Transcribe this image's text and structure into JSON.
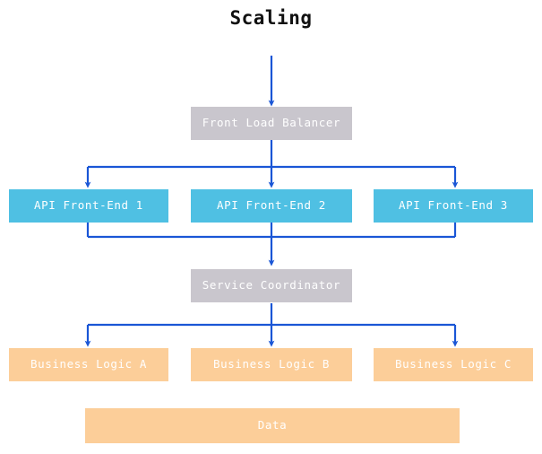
{
  "diagram": {
    "title": "Scaling",
    "colors": {
      "background": "#ffffff",
      "title_text": "#111111",
      "node_text": "#ffffff",
      "gray_node": "#c9c6cd",
      "cyan_node": "#4fc0e3",
      "orange_node": "#fcce99",
      "connector": "#1a56d6"
    },
    "tiers": [
      {
        "id": "entry",
        "nodes": [
          {
            "id": "front-load-balancer",
            "label": "Front Load Balancer",
            "style": "gray"
          }
        ]
      },
      {
        "id": "api-front-end",
        "nodes": [
          {
            "id": "api-front-end-1",
            "label": "API Front-End 1",
            "style": "cyan"
          },
          {
            "id": "api-front-end-2",
            "label": "API Front-End 2",
            "style": "cyan"
          },
          {
            "id": "api-front-end-3",
            "label": "API Front-End 3",
            "style": "cyan"
          }
        ]
      },
      {
        "id": "coordination",
        "nodes": [
          {
            "id": "service-coordinator",
            "label": "Service Coordinator",
            "style": "gray"
          }
        ]
      },
      {
        "id": "business-logic",
        "nodes": [
          {
            "id": "business-logic-a",
            "label": "Business Logic A",
            "style": "orange"
          },
          {
            "id": "business-logic-b",
            "label": "Business Logic B",
            "style": "orange"
          },
          {
            "id": "business-logic-c",
            "label": "Business Logic C",
            "style": "orange"
          }
        ]
      },
      {
        "id": "storage",
        "nodes": [
          {
            "id": "data",
            "label": "Data",
            "style": "orange"
          }
        ]
      }
    ],
    "connections": [
      {
        "id": "inbound-to-balancer",
        "from": "external",
        "to": "front-load-balancer",
        "kind": "arrow"
      },
      {
        "id": "balancer-fanout",
        "from": "front-load-balancer",
        "to": "api-front-end",
        "kind": "fan-out"
      },
      {
        "id": "api-merge",
        "from": "api-front-end",
        "to": "service-coordinator",
        "kind": "fan-in"
      },
      {
        "id": "coordinator-fanout",
        "from": "service-coordinator",
        "to": "business-logic",
        "kind": "fan-out"
      }
    ]
  }
}
